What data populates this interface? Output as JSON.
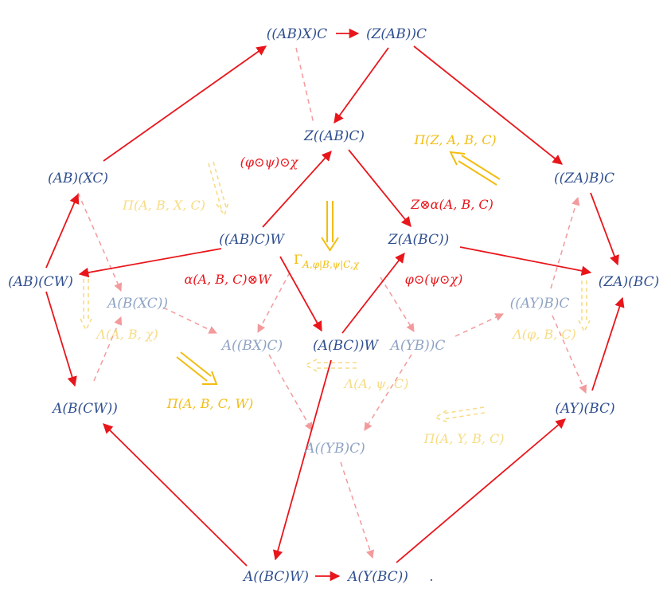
{
  "colors": {
    "node": "#2f4f8f",
    "node_faded": "#8fa3c4",
    "arrow": "#e8161b",
    "arrow_faded": "#f29a9c",
    "two_cell": "#f2bd12",
    "two_cell_faded": "#f7dc86"
  },
  "nodes": {
    "abx_c": "((AB)X)C",
    "z_ab_c": "(Z(AB))C",
    "z_ab_c_in": "Z((AB)C)",
    "ab_xc": "(AB)(XC)",
    "za_b_c": "((ZA)B)C",
    "ab_c_w": "((AB)C)W",
    "z_a_bc": "Z(A(BC))",
    "ab_cw": "(AB)(CW)",
    "za_bc": "(ZA)(BC)",
    "a_b_xc": "A(B(XC))",
    "ay_b_c": "((AY)B)C",
    "a_bx_c": "A((BX)C)",
    "a_bc_w": "(A(BC))W",
    "a_yb_c": "A(YB))C",
    "a_b_cw": "A(B(CW))",
    "ay_bc": "(AY)(BC)",
    "a_yb_c2": "A((YB)C)",
    "a_bc_w2": "A((BC)W)",
    "a_y_bc": "A(Y(BC))",
    "period": "."
  },
  "arrow_labels": {
    "phi_psi_chi": "(φ⊙ψ)⊙χ",
    "z_alpha": "Z⊗α(A, B, C)",
    "alpha_w": "α(A, B, C)⊗W",
    "phi_psi_chi2": "φ⊙(ψ⊙χ)"
  },
  "two_cell_labels": {
    "pi_zabc": "Π(Z, A, B, C)",
    "pi_abxc": "Π(A, B, X, C)",
    "gamma": "Γ",
    "gamma_sub": "A,φ|B,ψ|C,χ",
    "lambda_abchi": "Λ(A, B, χ)",
    "lambda_phibc": "Λ(φ, B, C)",
    "pi_abcw": "Π(A, B, C, W)",
    "lambda_apsic": "Λ(A, ψ, C)",
    "pi_aybc": "Π(A, Y, B, C)"
  }
}
